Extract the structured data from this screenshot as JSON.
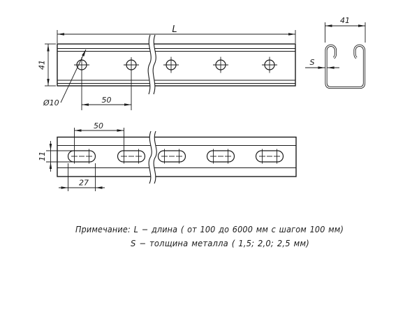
{
  "ink_color": "#1b1b1b",
  "views": {
    "plan_round_holes": {
      "length_label": "L",
      "width_label": "41",
      "hole_diameter_label": "Ø10",
      "hole_pitch_label": "50"
    },
    "section": {
      "width_label": "41",
      "thickness_label": "S"
    },
    "plan_slotted": {
      "slot_pitch_label": "50",
      "slot_width_label": "11",
      "slot_length_label": "27"
    }
  },
  "note": {
    "line1": "Примечание: L − длина ( от 100 до 6000 мм с шагом 100 мм)",
    "line2": "S − толщина металла ( 1,5; 2,0; 2,5 мм)"
  }
}
